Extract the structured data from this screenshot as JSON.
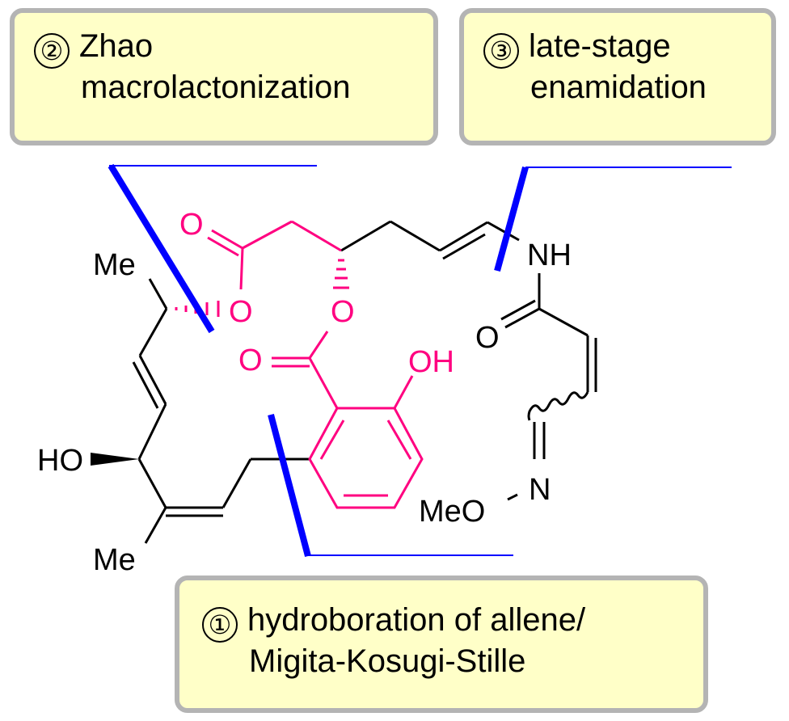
{
  "boxes": [
    {
      "number": "②",
      "line1": "Zhao",
      "line2": "macrolactonization"
    },
    {
      "number": "③",
      "line1": "late-stage",
      "line2": "enamidation"
    },
    {
      "number": "①",
      "line1": "hydroboration of allene/",
      "line2": "Migita-Kosugi-Stille"
    }
  ],
  "atoms": {
    "me_top": "Me",
    "o_ester": "O",
    "o_carbonyl": "O",
    "o_stereo": "O",
    "o_benzoate": "O",
    "oh_phenol": "OH",
    "ho": "HO",
    "me_bottom": "Me",
    "nh": "NH",
    "o_amide": "O",
    "n_oxime": "N",
    "meo": "MeO"
  },
  "colors": {
    "highlight": "#ff0080",
    "disconnection": "#0000ff",
    "box_fill": "#ffffc8",
    "box_border": "#b4b4b4"
  }
}
